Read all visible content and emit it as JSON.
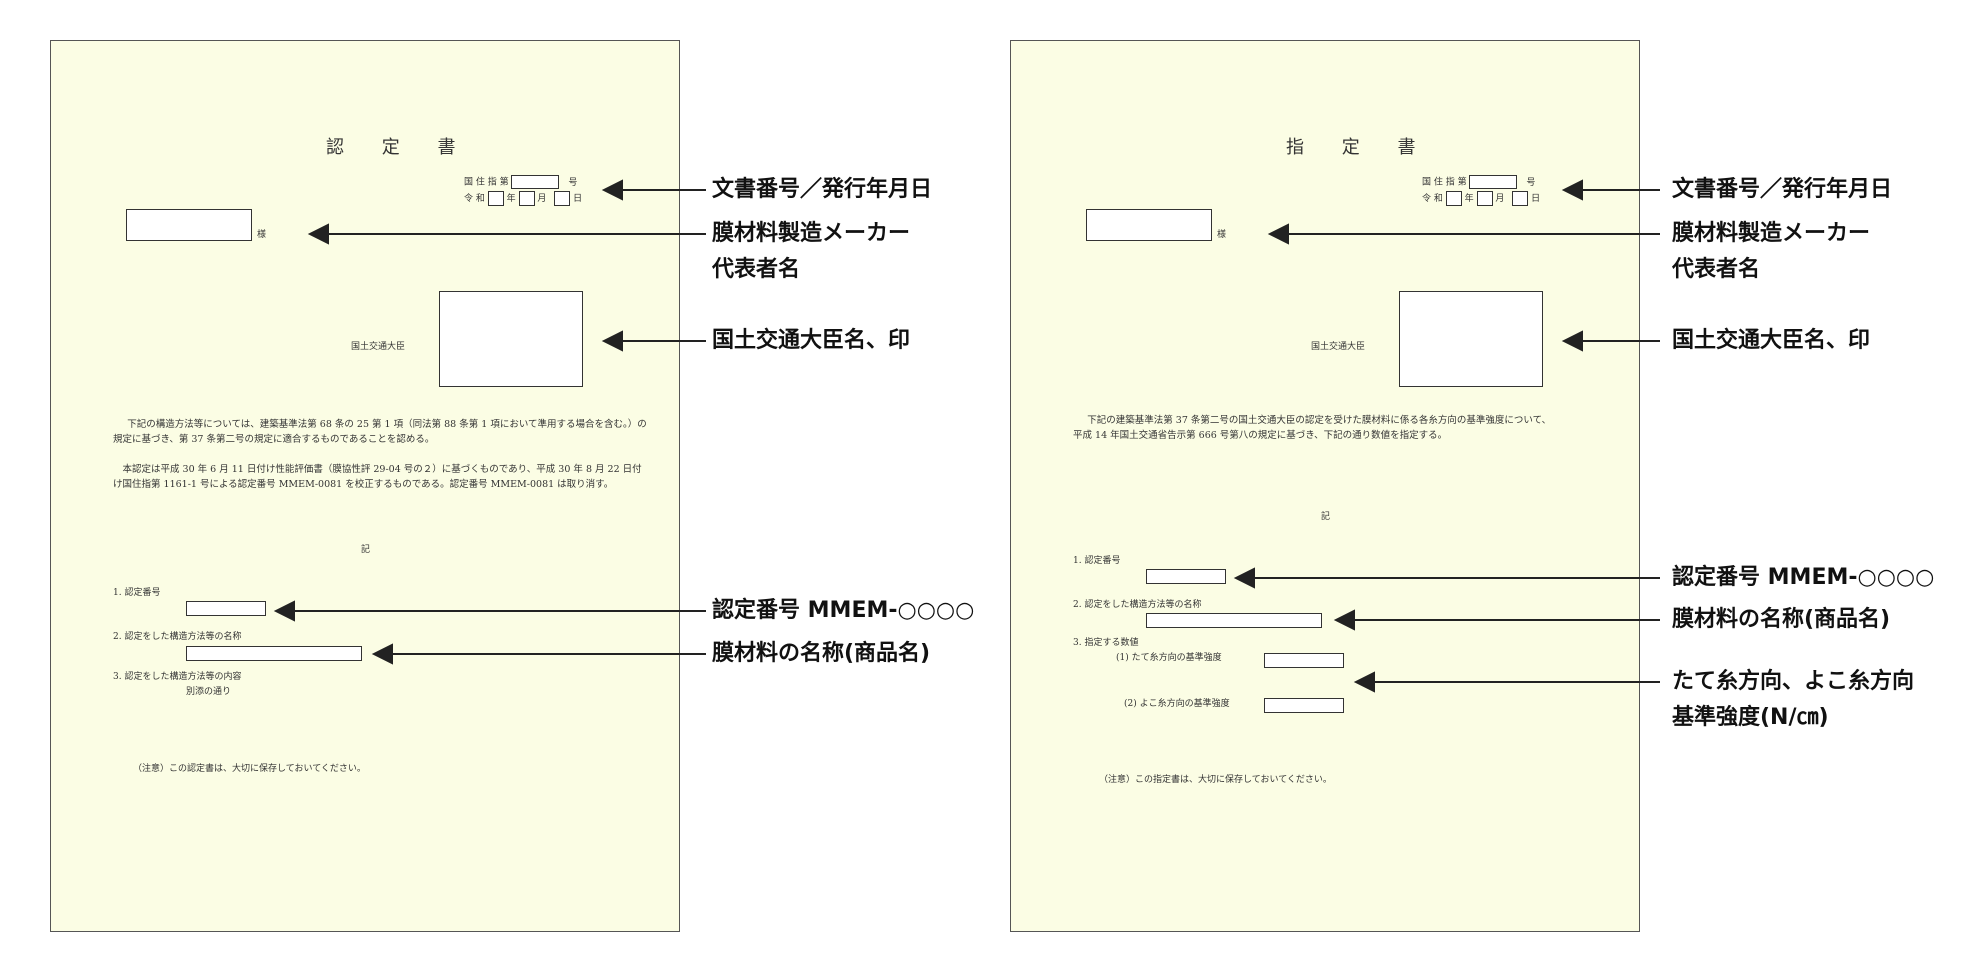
{
  "left_doc": {
    "title": "認 定 書",
    "issue_number_line1_prefix": "国 住 指 第",
    "issue_number_line1_suffix": "号",
    "issue_date_era": "令 和",
    "issue_date_year": "年",
    "issue_date_month": "月",
    "issue_date_day": "日",
    "addressee_suffix": "様",
    "minister_label": "国土交通大臣",
    "body_paragraph_1": "下記の構造方法等については、建築基準法第 68 条の 25 第 1 項（同法第 88 条第 1 項において準用する場合を含む。）の規定に基づき、第 37 条第二号の規定に適合するものであることを認める。",
    "body_paragraph_2": "本認定は平成 30 年 6 月 11 日付け性能評価書（膜協性評 29-04 号の２）に基づくものであり、平成 30 年 8 月 22 日付け国住指第 1161-1 号による認定番号 MMEM-0081 を校正するものである。認定番号 MMEM-0081 は取り消す。",
    "ki": "記",
    "item1": "1.  認定番号",
    "item2": "2.  認定をした構造方法等の名称",
    "item3": "3.  認定をした構造方法等の内容",
    "item3_detail": "別添の通り",
    "note": "（注意）この認定書は、大切に保存しておいてください。"
  },
  "right_doc": {
    "title": "指 定 書",
    "issue_number_line1_prefix": "国 住 指 第",
    "issue_number_line1_suffix": "号",
    "issue_date_era": "令 和",
    "issue_date_year": "年",
    "issue_date_month": "月",
    "issue_date_day": "日",
    "addressee_suffix": "様",
    "minister_label": "国土交通大臣",
    "body_paragraph_1": "下記の建築基準法第 37 条第二号の国土交通大臣の認定を受けた膜材料に係る各糸方向の基準強度について、平成 14 年国土交通省告示第 666 号第八の規定に基づき、下記の通り数値を指定する。",
    "ki": "記",
    "item1": "1.  認定番号",
    "item2": "2.  認定をした構造方法等の名称",
    "item3": "3.  指定する数値",
    "item3_sub1": "(1) たて糸方向の基準強度",
    "item3_sub2": "(2) よこ糸方向の基準強度",
    "note": "（注意）この指定書は、大切に保存しておいてください。"
  },
  "annotations_left": {
    "doc_number_date": "文書番号／発行年月日",
    "maker_line1": "膜材料製造メーカー",
    "maker_line2": "代表者名",
    "minister_seal": "国土交通大臣名、印",
    "cert_number": "認定番号 MMEM-○○○○",
    "material_name": "膜材料の名称(商品名)"
  },
  "annotations_right": {
    "doc_number_date": "文書番号／発行年月日",
    "maker_line1": "膜材料製造メーカー",
    "maker_line2": "代表者名",
    "minister_seal": "国土交通大臣名、印",
    "cert_number": "認定番号 MMEM-○○○○",
    "material_name": "膜材料の名称(商品名)",
    "strength_line1": "たて糸方向、よこ糸方向",
    "strength_line2": "基準強度(N/㎝)"
  },
  "colors": {
    "paper": "#fbfde4",
    "ink": "#333333",
    "annotation": "#111111"
  }
}
